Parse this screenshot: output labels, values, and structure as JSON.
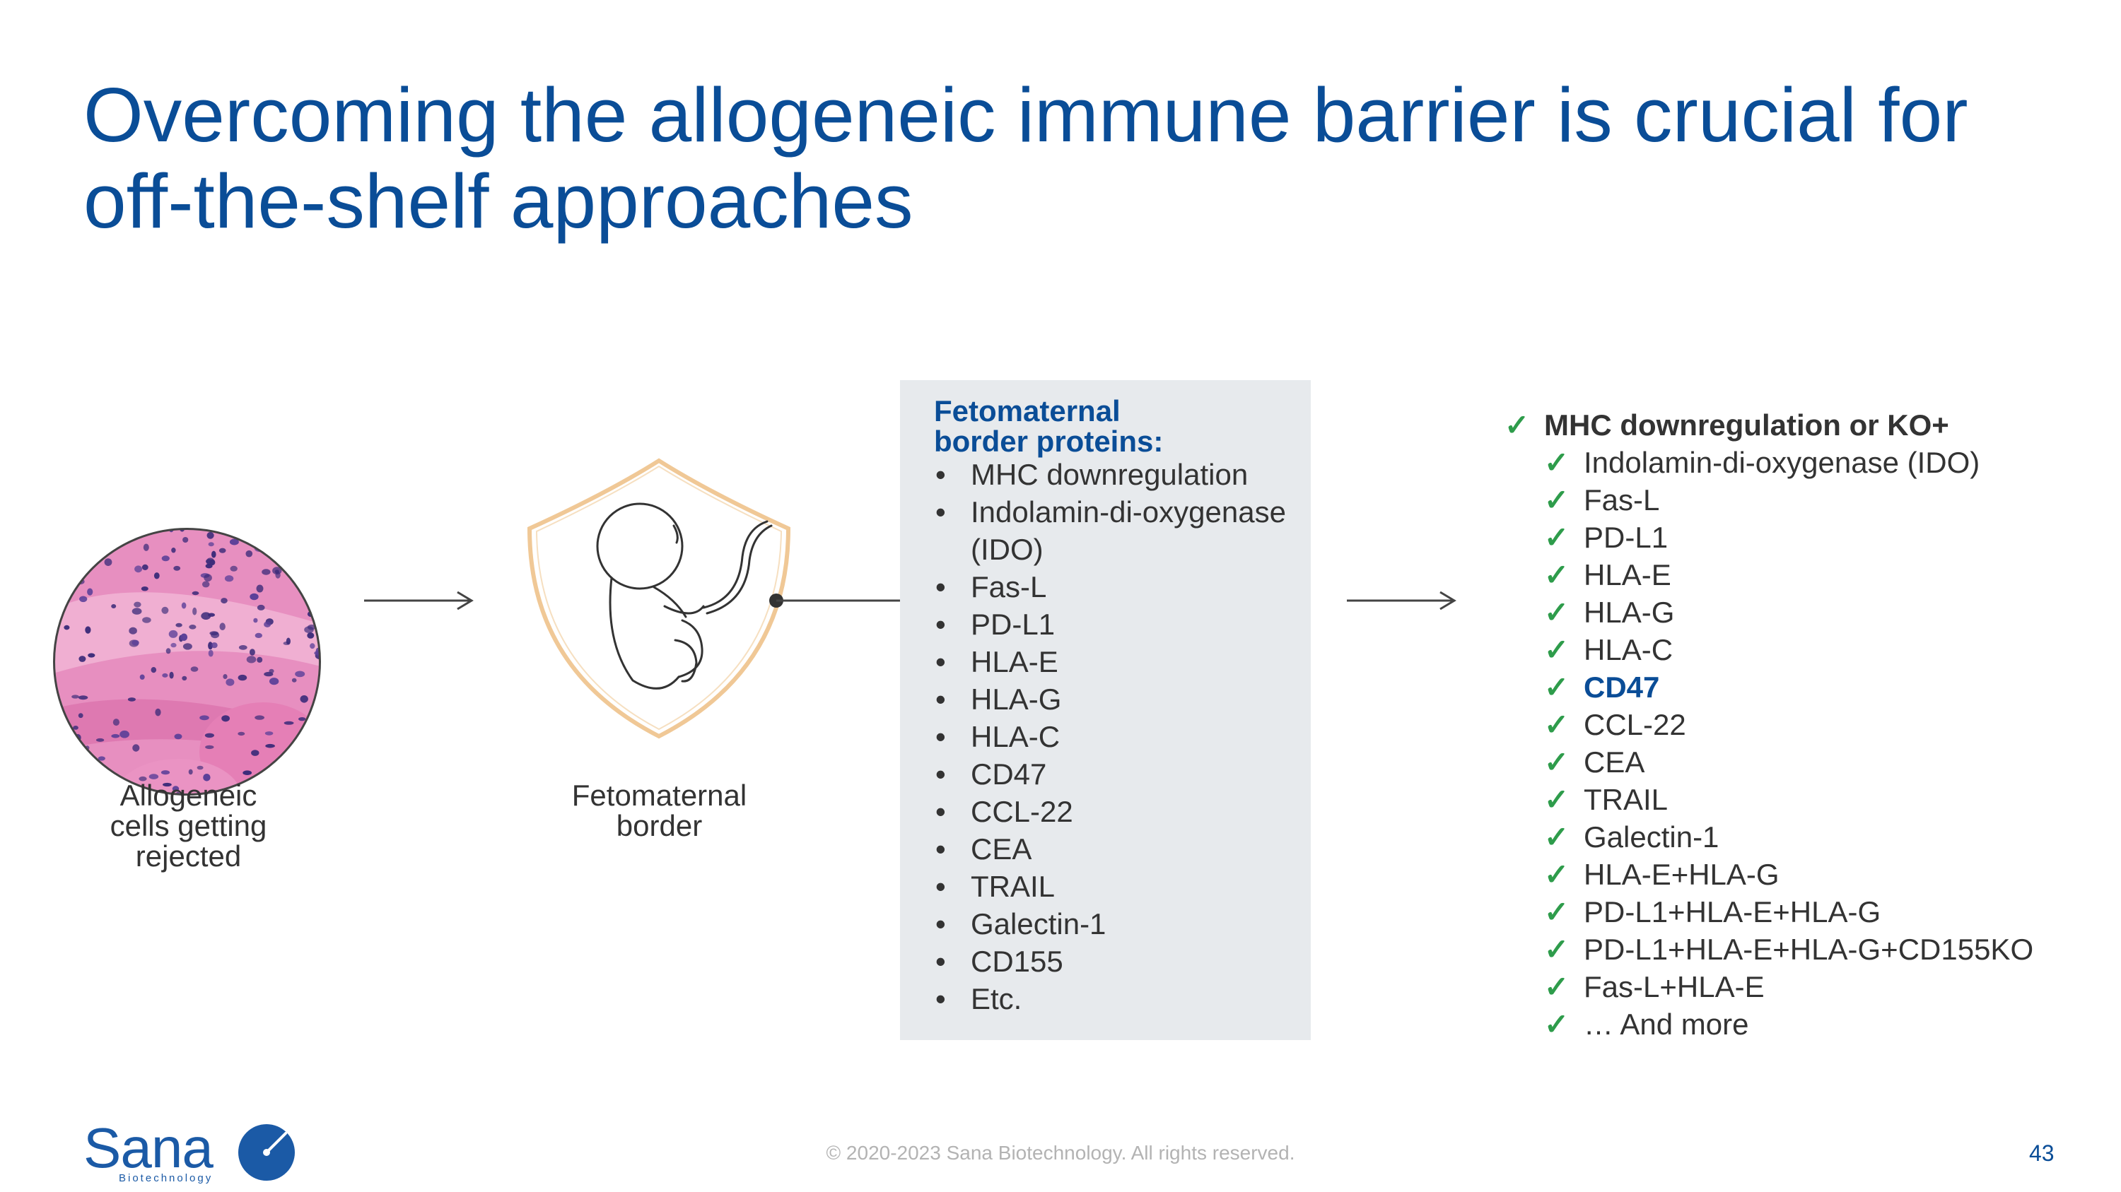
{
  "slide": {
    "title": "Overcoming the allogeneic immune barrier is crucial for off-the-shelf approaches"
  },
  "stage1": {
    "caption": "Allogeneic cells getting rejected"
  },
  "stage2": {
    "caption": "Fetomaternal border"
  },
  "panel": {
    "heading": "Fetomaternal border proteins:",
    "bullets": [
      "MHC downregulation",
      "Indolamin-di-oxygenase (IDO)",
      "Fas-L",
      "PD-L1",
      "HLA-E",
      "HLA-G",
      "HLA-C",
      "CD47",
      "CCL-22",
      "CEA",
      "TRAIL",
      "Galectin-1",
      "CD155",
      "Etc."
    ]
  },
  "approaches": {
    "top_item": "MHC downregulation or KO+",
    "items": [
      "Indolamin-di-oxygenase (IDO)",
      "Fas-L",
      "PD-L1",
      "HLA-E",
      "HLA-G",
      "HLA-C",
      "CD47",
      "CCL-22",
      "CEA",
      "TRAIL",
      "Galectin-1",
      "HLA-E+HLA-G",
      "PD-L1+HLA-E+HLA-G",
      "PD-L1+HLA-E+HLA-G+CD155KO",
      "Fas-L+HLA-E",
      "… And more"
    ],
    "highlighted_item": "CD47",
    "check_glyph": "✓"
  },
  "footer": {
    "copyright": "© 2020-2023 Sana Biotechnology. All rights reserved.",
    "page_number": "43",
    "logo_word": "Sana",
    "logo_sub": "Biotechnology"
  },
  "colors": {
    "title": "#0a4d97",
    "check": "#2e9c4b",
    "panel_bg": "#e7eaed",
    "tissue_pink": "#e07fb4",
    "tissue_purple": "#3d2c7a",
    "shield_outline": "#f0c896"
  },
  "icons": [
    "histology-circle-image",
    "fetus-shield-icon",
    "arrow-right-icon",
    "checkmark-icon",
    "sana-logo-icon"
  ]
}
